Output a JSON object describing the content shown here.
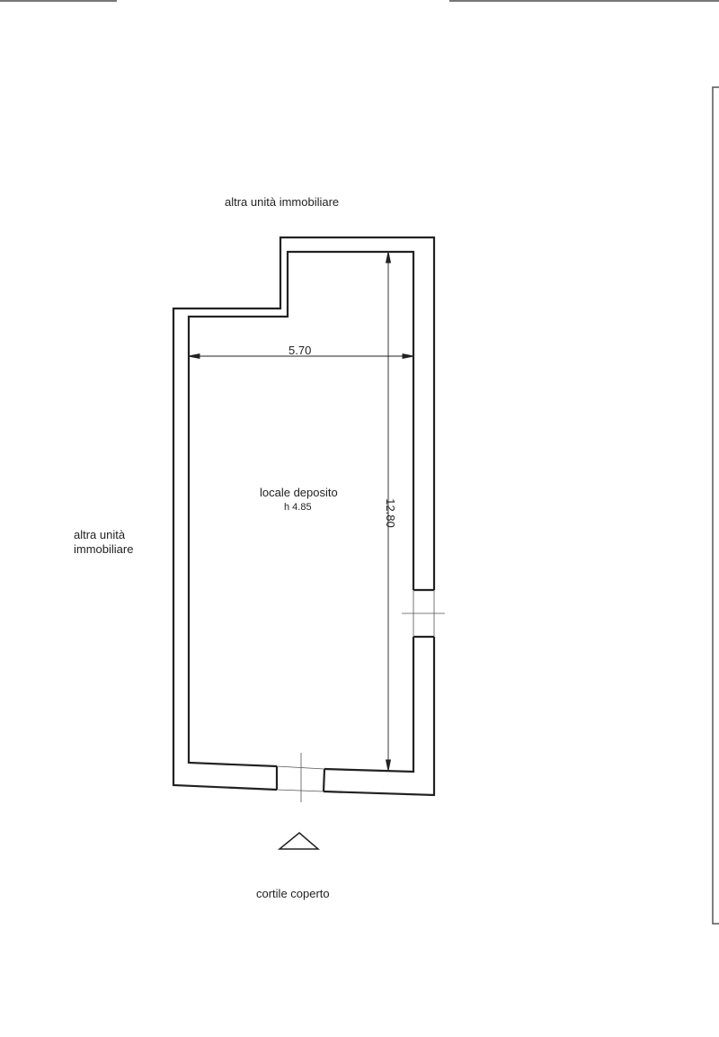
{
  "plan": {
    "label_top": "altra unità immobiliare",
    "label_left_line1": "altra unità",
    "label_left_line2": "immobiliare",
    "label_bottom": "cortile coperto",
    "room_name": "locale deposito",
    "room_height": "h 4.85",
    "dim_width": "5.70",
    "dim_length": "12.80"
  },
  "colors": {
    "line": "#222222",
    "frame": "#555555"
  }
}
